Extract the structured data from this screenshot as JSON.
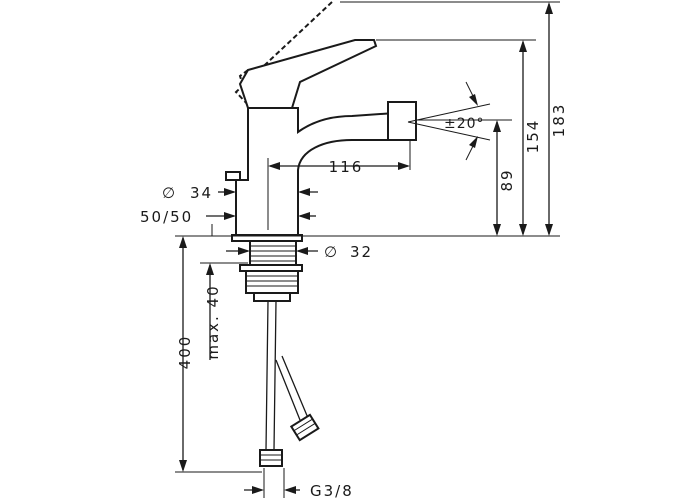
{
  "dimensions": {
    "height_total": "183",
    "height_spout_top": "154",
    "height_outlet": "89",
    "spout_reach": "116",
    "swivel_angle": "±20°",
    "body_diameter": "34",
    "body_diameter_prefix": "∅",
    "offset": "50/50",
    "thread_diameter": "32",
    "thread_diameter_prefix": "∅",
    "max_deck": "max. 40",
    "hose_length": "400",
    "connection": "G3/8"
  }
}
